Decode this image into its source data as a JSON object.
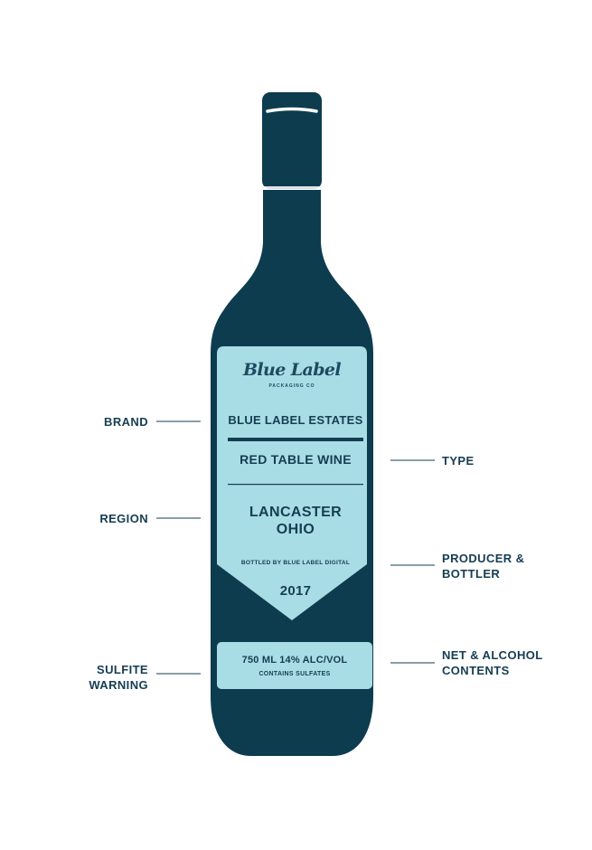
{
  "colors": {
    "bottle": "#0d3c4f",
    "label_fill": "#a8dde5",
    "ink": "#163d52",
    "background": "#ffffff"
  },
  "logo": {
    "script": "Blue Label",
    "tagline": "PACKAGING CO"
  },
  "label": {
    "brand": "BLUE LABEL ESTATES",
    "type": "RED TABLE WINE",
    "region": "LANCASTER\nOHIO",
    "bottler": "BOTTLED BY BLUE LABEL DIGITAL",
    "year": "2017",
    "net_contents": "750 ML 14% ALC/VOL",
    "sulfites": "CONTAINS SULFATES"
  },
  "callouts": {
    "brand": "BRAND",
    "region": "REGION",
    "sulfite": "SULFITE\nWARNING",
    "type": "TYPE",
    "producer": "PRODUCER &\nBOTTLER",
    "net": "NET & ALCOHOL\nCONTENTS"
  }
}
